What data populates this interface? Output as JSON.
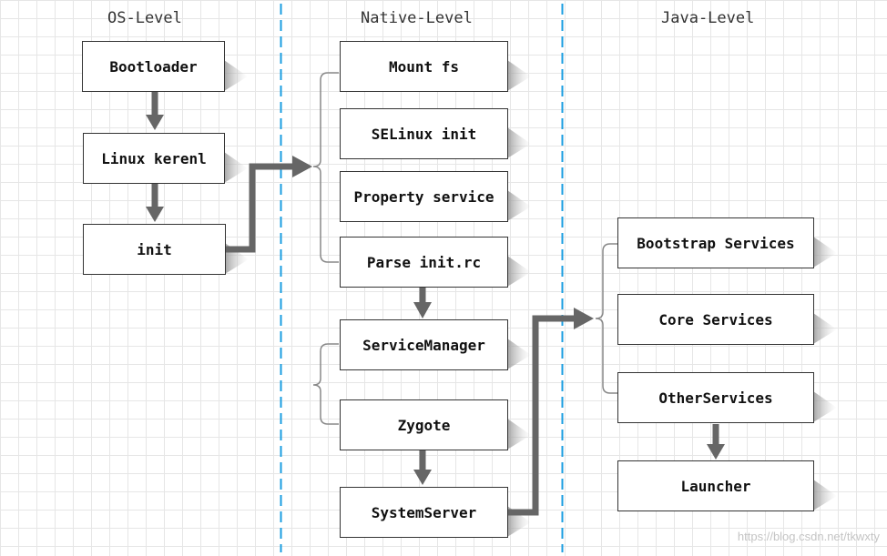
{
  "columns": {
    "os": "OS-Level",
    "native": "Native-Level",
    "java": "Java-Level"
  },
  "boxes": {
    "bootloader": "Bootloader",
    "linux_kernel": "Linux kerenl",
    "init": "init",
    "mount_fs": "Mount fs",
    "selinux_init": "SELinux init",
    "property_service": "Property service",
    "parse_init_rc": "Parse init.rc",
    "service_manager": "ServiceManager",
    "zygote": "Zygote",
    "system_server": "SystemServer",
    "bootstrap_services": "Bootstrap Services",
    "core_services": "Core Services",
    "other_services": "OtherServices",
    "launcher": "Launcher"
  },
  "watermark": "https://blog.csdn.net/tkwxty",
  "colors": {
    "divider": "#1a9ee0",
    "arrow": "#666666",
    "brace": "#888888",
    "box_border": "#333333"
  }
}
